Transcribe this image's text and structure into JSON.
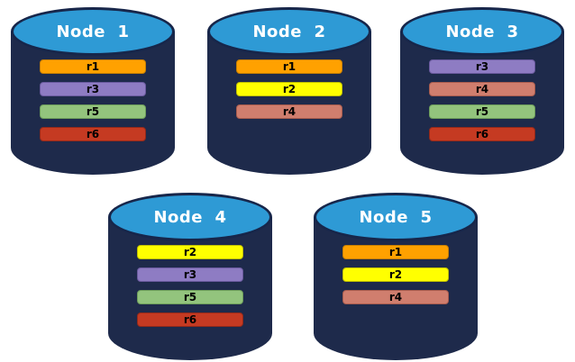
{
  "diagram": {
    "background_color": "#FFFFFF",
    "cylinder": {
      "body_color": "#1E2A4B",
      "top_fill_color": "#2E9AD5",
      "outline_color": "#17264A",
      "title_color": "#FFFFFF"
    },
    "replica_palette": {
      "r1": {
        "fill": "#FFA100",
        "border": "#C77E00"
      },
      "r2": {
        "fill": "#FFFF00",
        "border": "#BFBF00"
      },
      "r3": {
        "fill": "#8E7CC3",
        "border": "#6A5A9E"
      },
      "r4": {
        "fill": "#D07E6E",
        "border": "#A85C4E"
      },
      "r5": {
        "fill": "#93C47D",
        "border": "#6E9E5B"
      },
      "r6": {
        "fill": "#C53A22",
        "border": "#93291A"
      }
    },
    "nodes": [
      {
        "title": "Node  1",
        "replicas": [
          "r1",
          "r3",
          "r5",
          "r6"
        ]
      },
      {
        "title": "Node  2",
        "replicas": [
          "r1",
          "r2",
          "r4"
        ]
      },
      {
        "title": "Node  3",
        "replicas": [
          "r3",
          "r4",
          "r5",
          "r6"
        ]
      },
      {
        "title": "Node  4",
        "replicas": [
          "r2",
          "r3",
          "r5",
          "r6"
        ]
      },
      {
        "title": "Node  5",
        "replicas": [
          "r1",
          "r2",
          "r4"
        ]
      }
    ]
  }
}
